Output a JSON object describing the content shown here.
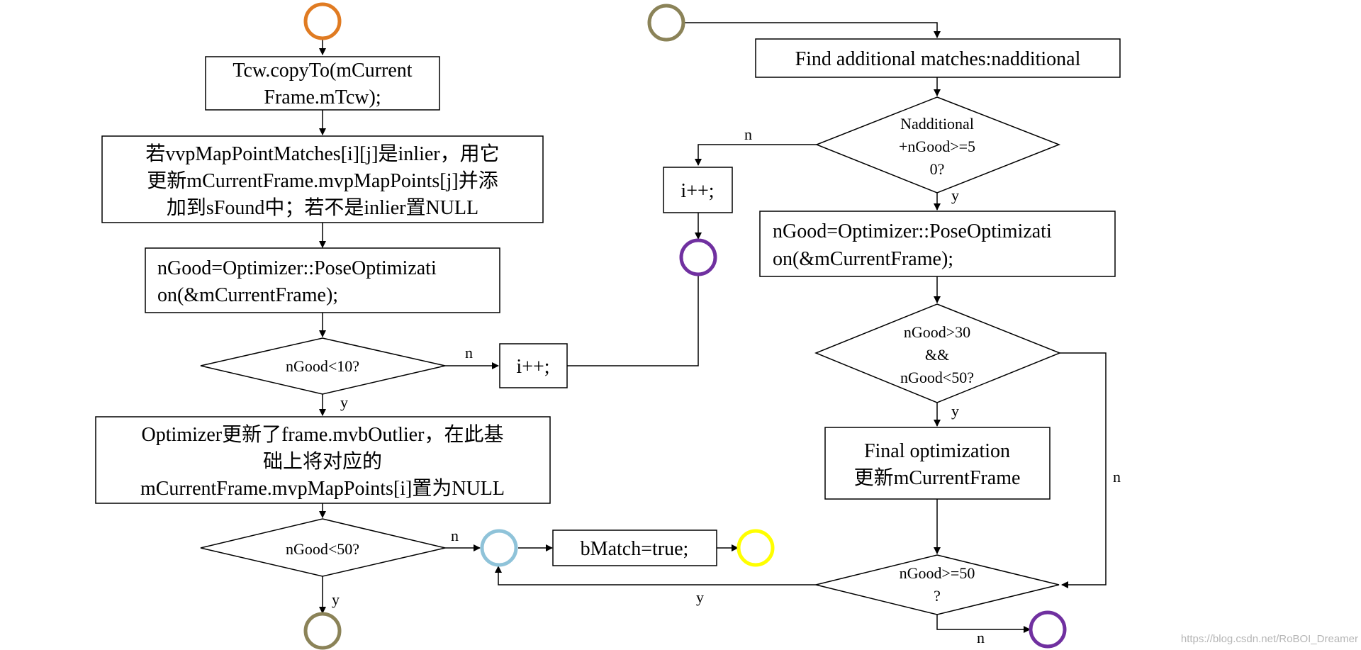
{
  "boxes": {
    "copy_tcw": [
      "Tcw.copyTo(mCurrent",
      "Frame.mTcw);"
    ],
    "update_map_points": [
      "若vvpMapPointMatches[i][j]是inlier，用它",
      "更新mCurrentFrame.mvpMapPoints[j]并添",
      "加到sFound中；若不是inlier置NULL"
    ],
    "pose_opt_left": [
      "nGood=Optimizer::PoseOptimizati",
      "on(&mCurrentFrame);"
    ],
    "i_inc_mid": [
      "i++;"
    ],
    "i_inc_top": [
      "i++;"
    ],
    "outlier_update": [
      "Optimizer更新了frame.mvbOutlier，在此基",
      "础上将对应的",
      "mCurrentFrame.mvpMapPoints[i]置为NULL"
    ],
    "bmatch": [
      "bMatch=true;"
    ],
    "find_additional": [
      "Find additional matches:nadditional"
    ],
    "pose_opt_right": [
      "nGood=Optimizer::PoseOptimizati",
      "on(&mCurrentFrame);"
    ],
    "final_opt": [
      "Final optimization",
      "更新mCurrentFrame"
    ]
  },
  "decisions": {
    "ngood_lt_10": [
      "nGood<10?"
    ],
    "ngood_lt_50": [
      "nGood<50?"
    ],
    "nadditional": [
      "Nadditional",
      "+nGood>=5",
      "0?"
    ],
    "ngood_range": [
      "nGood>30",
      "&&",
      "nGood<50?"
    ],
    "ngood_ge_50": [
      "nGood>=50",
      "?"
    ]
  },
  "edge_labels": {
    "n_to_i_mid": "n",
    "y_after_lt10": "y",
    "n_to_join": "n",
    "y_to_end_left": "y",
    "n_to_i_top": "n",
    "y_after_nadd": "y",
    "y_after_range": "y",
    "n_range_bypass": "n",
    "y_back_to_join": "y",
    "n_to_end_right": "n"
  },
  "watermark": "https://blog.csdn.net/RoBOI_Dreamer",
  "colors": {
    "start_left": "#e07b22",
    "start_right": "#8b8358",
    "end_purple": "#7030a0",
    "join_light_blue": "#8fc3d9",
    "end_yellow": "#ffff00",
    "end_olive": "#8b8358",
    "line": "#000000"
  }
}
